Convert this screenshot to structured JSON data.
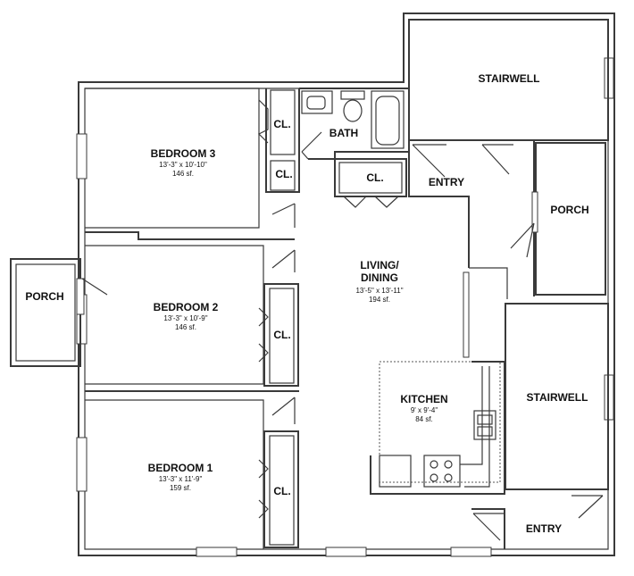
{
  "rooms": {
    "bedroom3": {
      "name": "BEDROOM 3",
      "dims": "13'-3\" x 10'-10\"",
      "area": "146 sf."
    },
    "bedroom2": {
      "name": "BEDROOM 2",
      "dims": "13'-3\" x 10'-9\"",
      "area": "146 sf."
    },
    "bedroom1": {
      "name": "BEDROOM 1",
      "dims": "13'-3\" x 11'-9\"",
      "area": "159 sf."
    },
    "living": {
      "name_line1": "LIVING/",
      "name_line2": "DINING",
      "dims": "13'-5\" x 13'-11\"",
      "area": "194 sf."
    },
    "kitchen": {
      "name": "KITCHEN",
      "dims": "9' x 9'-4\"",
      "area": "84 sf."
    }
  },
  "labels": {
    "bath": "BATH",
    "closet": "CL.",
    "stairwell": "STAIRWELL",
    "entry": "ENTRY",
    "porch": "PORCH"
  }
}
